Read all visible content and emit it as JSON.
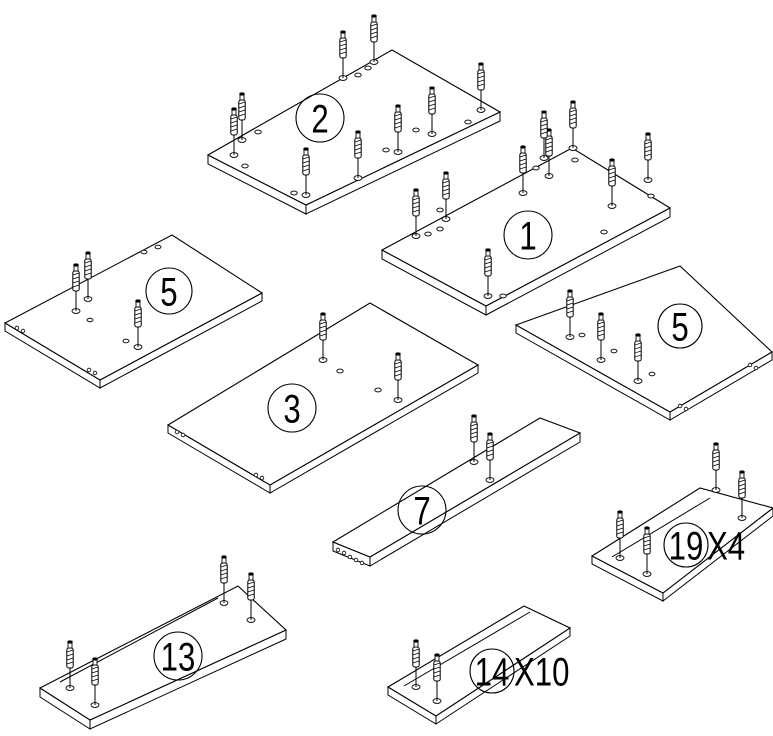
{
  "panels": [
    {
      "id": "panel-2",
      "label": "2"
    },
    {
      "id": "panel-1",
      "label": "1"
    },
    {
      "id": "panel-5-left",
      "label": "5"
    },
    {
      "id": "panel-3",
      "label": "3"
    },
    {
      "id": "panel-5-right",
      "label": "5"
    },
    {
      "id": "panel-7",
      "label": "7"
    },
    {
      "id": "panel-19",
      "label": "19",
      "suffix": "X4"
    },
    {
      "id": "panel-13",
      "label": "13"
    },
    {
      "id": "panel-14",
      "label": "14",
      "suffix": "X10"
    }
  ],
  "colors": {
    "line": "#000000",
    "panel_fill": "#ffffff"
  },
  "icons": {
    "dowel": "cam-bolt-dowel-icon",
    "hole": "drill-hole-icon"
  }
}
